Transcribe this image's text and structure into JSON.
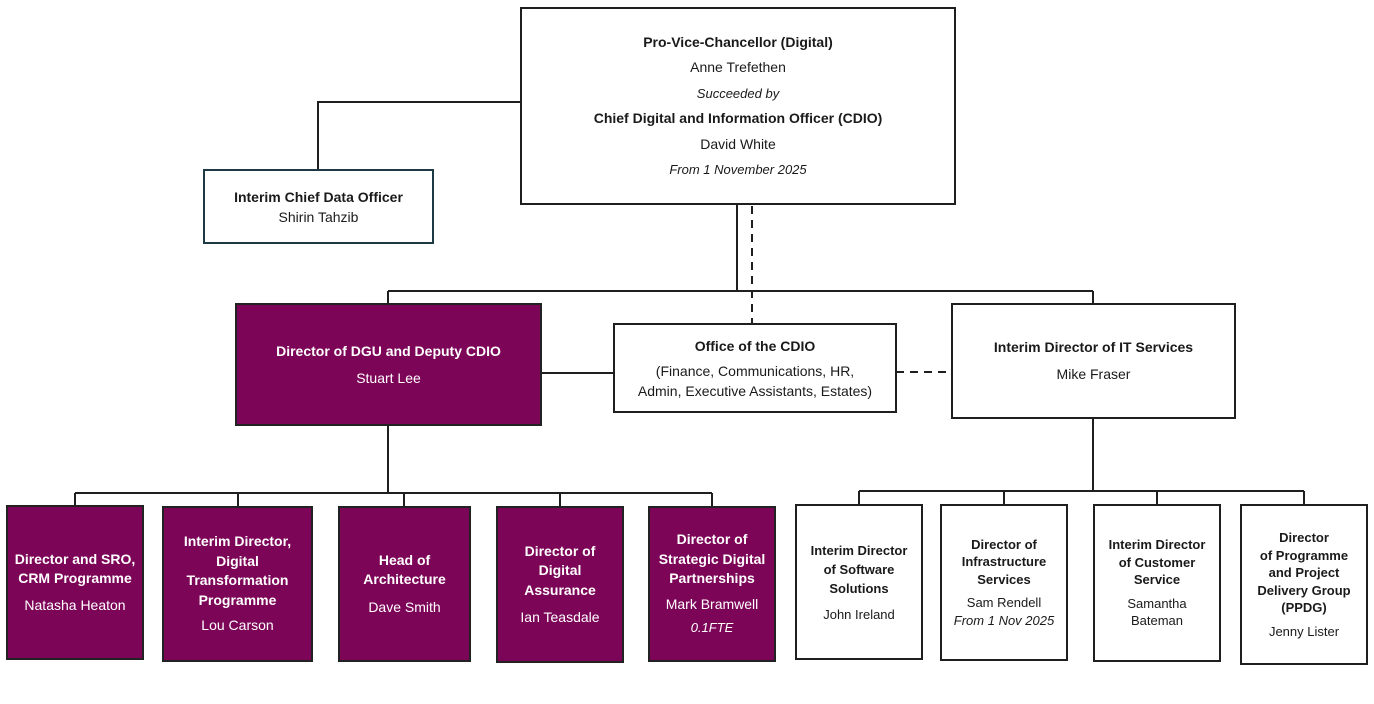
{
  "top": {
    "title": "Pro-Vice-Chancellor (Digital)",
    "name": "Anne Trefethen",
    "note": "Succeeded by",
    "title2": "Chief Digital and Information Officer (CDIO)",
    "name2": "David White",
    "note2": "From 1 November 2025"
  },
  "cdo": {
    "title": "Interim Chief Data Officer",
    "name": "Shirin Tahzib"
  },
  "dgu": {
    "title": "Director of DGU and Deputy CDIO",
    "name": "Stuart Lee"
  },
  "office": {
    "title": "Office of the CDIO",
    "detail1": "(Finance, Communications, HR,",
    "detail2": "Admin, Executive Assistants, Estates)"
  },
  "its": {
    "title": "Interim Director of IT Services",
    "name": "Mike Fraser"
  },
  "dgu_reports": [
    {
      "title": [
        "Director and SRO,",
        "CRM Programme"
      ],
      "name": "Natasha Heaton"
    },
    {
      "title": [
        "Interim Director,",
        "Digital",
        "Transformation",
        "Programme"
      ],
      "name": "Lou Carson"
    },
    {
      "title": [
        "Head of",
        "Architecture"
      ],
      "name": "Dave Smith"
    },
    {
      "title": [
        "Director of",
        "Digital",
        "Assurance"
      ],
      "name": "Ian Teasdale"
    },
    {
      "title": [
        "Director of",
        "Strategic Digital",
        "Partnerships"
      ],
      "name": "Mark Bramwell",
      "note": "0.1FTE"
    }
  ],
  "its_reports": [
    {
      "title": [
        "Interim Director",
        "of Software",
        "Solutions"
      ],
      "name": "John Ireland"
    },
    {
      "title": [
        "Director of",
        "Infrastructure",
        "Services"
      ],
      "name": "Sam Rendell",
      "note": "From 1 Nov 2025"
    },
    {
      "title": [
        "Interim Director",
        "of Customer",
        "Service"
      ],
      "name": "Samantha",
      "name2": "Bateman"
    },
    {
      "title": [
        "Director",
        "of Programme",
        "and Project",
        "Delivery Group",
        "(PPDG)"
      ],
      "name": "Jenny Lister"
    }
  ],
  "colors": {
    "purple": "#7d0558",
    "border": "#1f1f1f"
  }
}
